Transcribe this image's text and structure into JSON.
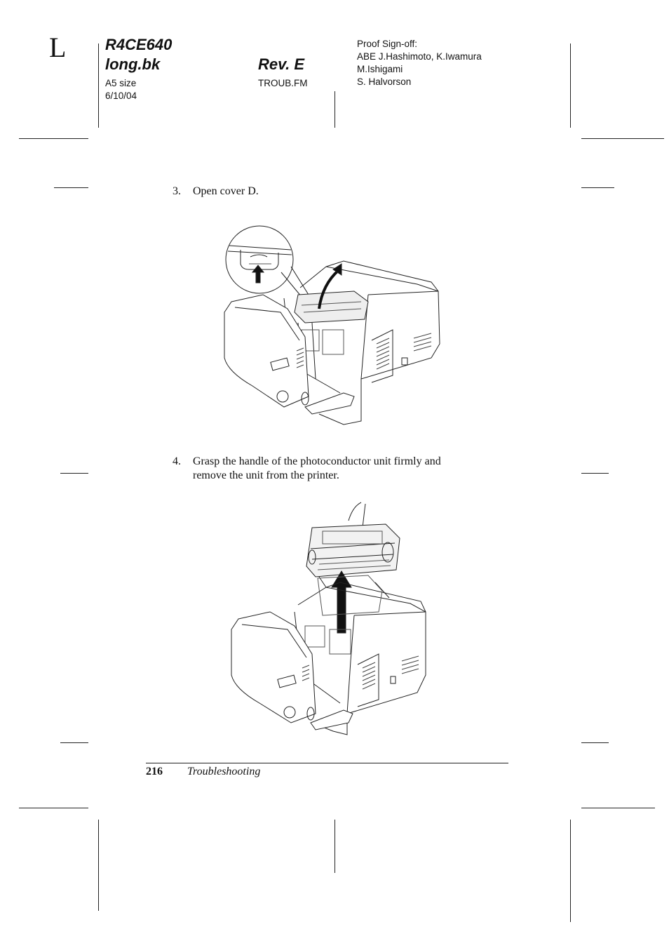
{
  "header": {
    "letter": "L",
    "code_line1": "R4CE640",
    "code_line2": "long.bk",
    "revision": "Rev. E",
    "paper_size": "A5 size",
    "date": "6/10/04",
    "file": "TROUB.FM",
    "proof_title": "Proof Sign-off:",
    "proof_names": [
      "ABE J.Hashimoto, K.Iwamura",
      "M.Ishigami",
      "S. Halvorson"
    ]
  },
  "steps": [
    {
      "number": "3.",
      "lines": [
        "Open cover D."
      ]
    },
    {
      "number": "4.",
      "lines": [
        "Grasp the handle of the photoconductor unit firmly and",
        "remove the unit from the printer."
      ]
    }
  ],
  "footer": {
    "page_number": "216",
    "section": "Troubleshooting"
  }
}
